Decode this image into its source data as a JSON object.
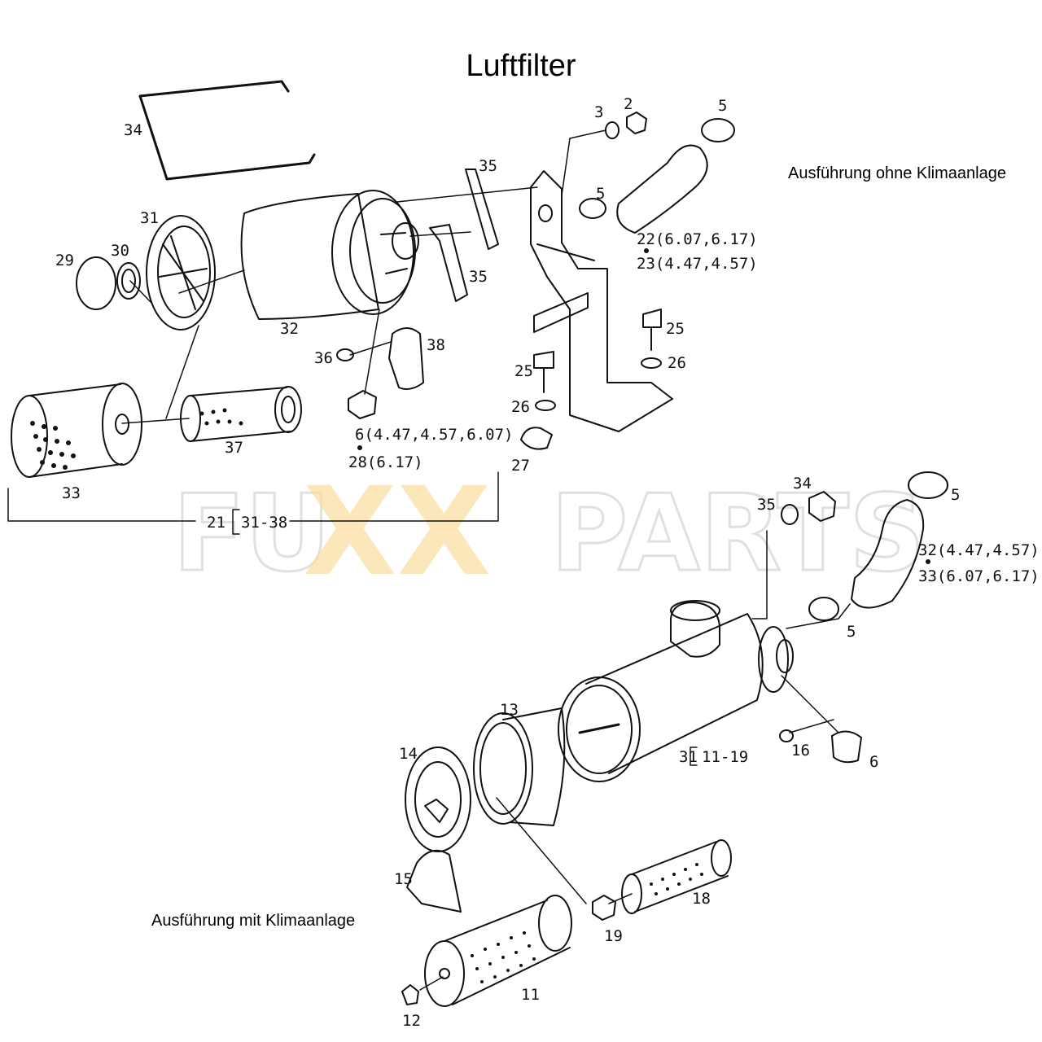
{
  "title": "Luftfilter",
  "captions": {
    "top_variant": "Ausführung ohne Klimaanlage",
    "bottom_variant": "Ausführung mit Klimaanlage"
  },
  "watermark": {
    "text_left": "FU",
    "text_mid": "XX",
    "text_right": "PARTS",
    "accent_color": "#f5c14a",
    "outline_color": "#c8c8c8"
  },
  "callouts_top": {
    "c34": "34",
    "c3": "3",
    "c2": "2",
    "c5a": "5",
    "c35a": "35",
    "c5b": "5",
    "c22": "22(6.07,6.17)",
    "c23": "23(4.47,4.57)",
    "c31": "31",
    "c30": "30",
    "c29": "29",
    "c35b": "35",
    "c32": "32",
    "c25a": "25",
    "c26a": "26",
    "c36": "36",
    "c38": "38",
    "c25b": "25",
    "c26b": "26",
    "c6": "6(4.47,4.57,6.07)",
    "c28": "28(6.17)",
    "c37": "37",
    "c33": "33",
    "c27": "27",
    "c21": "21",
    "c21range": "31-38"
  },
  "callouts_bottom": {
    "c34": "34",
    "c35": "35",
    "c5a": "5",
    "c32": "32(4.47,4.57)",
    "c33": "33(6.07,6.17)",
    "c5b": "5",
    "c13": "13",
    "c14": "14",
    "c16": "16",
    "c6": "6",
    "c31": "31",
    "c31range": "11-19",
    "c15": "15",
    "c18": "18",
    "c19": "19",
    "c11": "11",
    "c12": "12"
  }
}
